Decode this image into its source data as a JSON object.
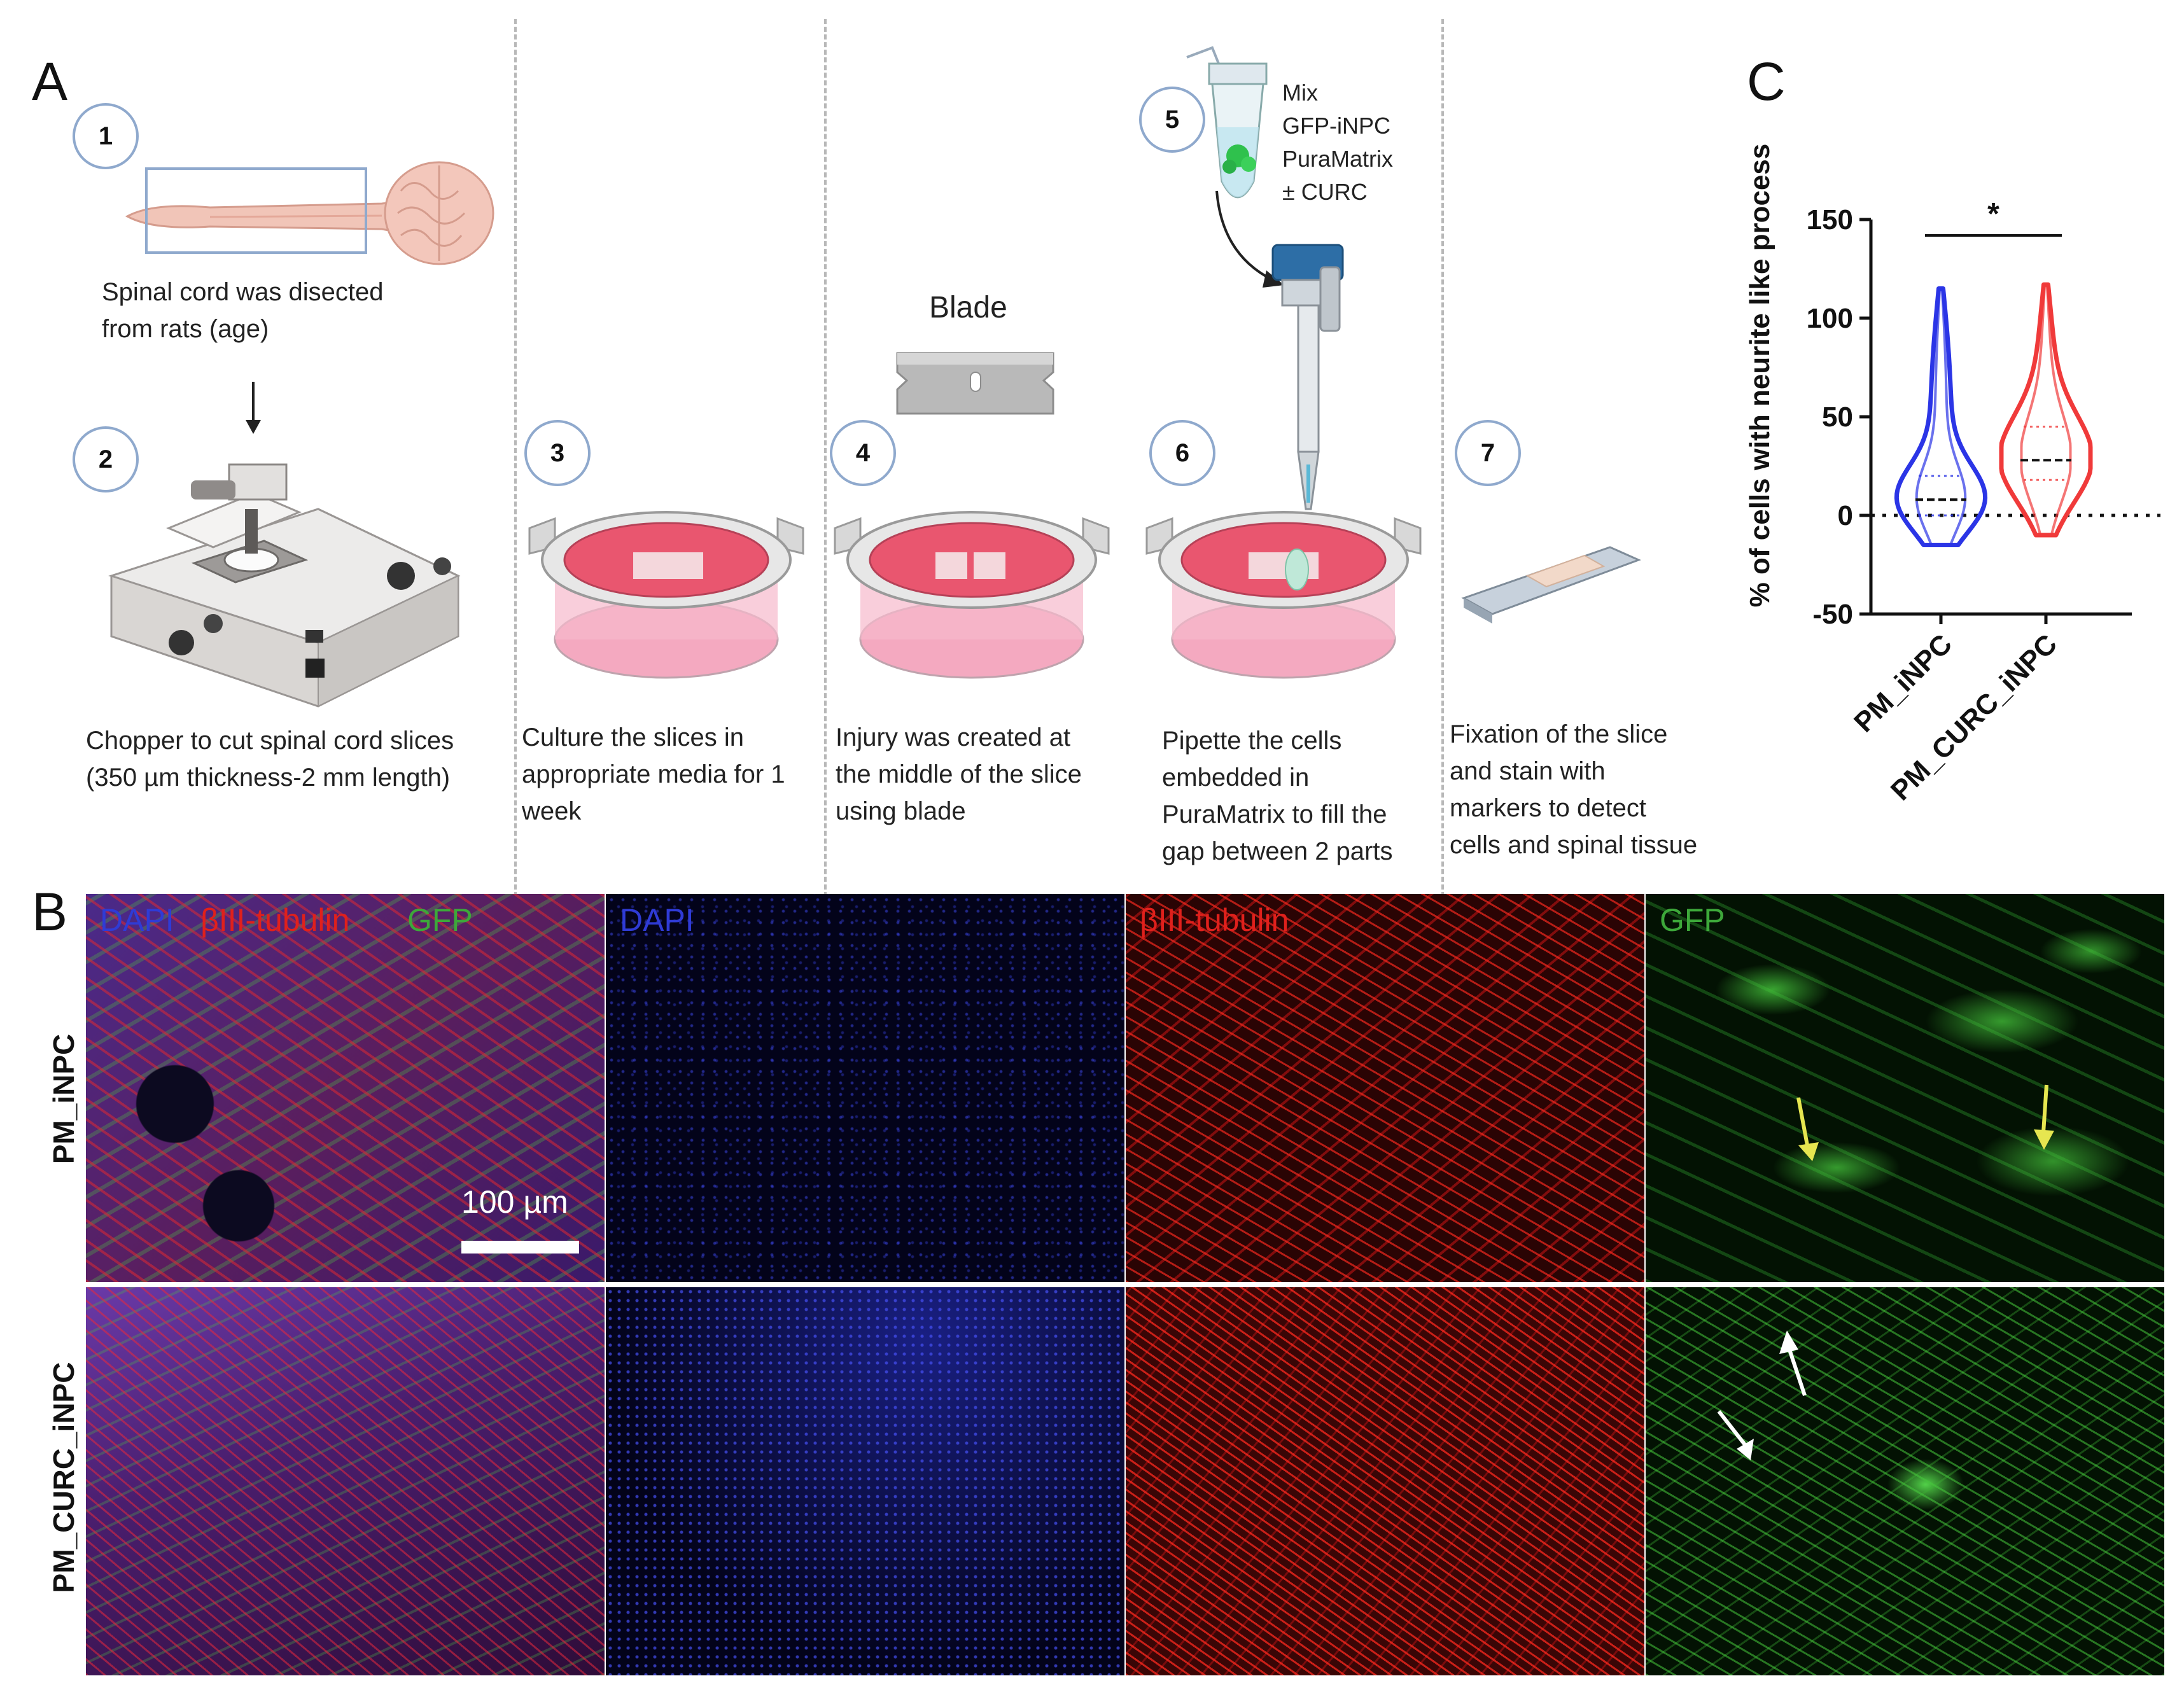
{
  "panels": {
    "a": "A",
    "b": "B",
    "c": "C"
  },
  "steps": [
    {
      "num": "1",
      "caption": "Spinal cord was disected\nfrom rats (age)"
    },
    {
      "num": "2",
      "caption": "Chopper to cut spinal cord slices\n(350 µm thickness-2 mm length)"
    },
    {
      "num": "3",
      "caption": "Culture the slices in\nappropriate media for 1\nweek"
    },
    {
      "num": "4",
      "caption": "Injury was created at\nthe middle of the slice\nusing blade"
    },
    {
      "num": "5",
      "caption": "Mix\nGFP-iNPC\nPuraMatrix\n± CURC"
    },
    {
      "num": "6",
      "caption": "Pipette the cells\nembedded in\nPuraMatrix  to fill the\ngap between 2 parts"
    },
    {
      "num": "7",
      "caption": "Fixation of the slice\nand stain with\nmarkers to detect\ncells and spinal tissue"
    }
  ],
  "blade_label": "Blade",
  "microscopy": {
    "channels": [
      {
        "id": "merge",
        "labels": [
          "DAPI",
          "βIII-tubulin",
          "GFP"
        ]
      },
      {
        "id": "dapi",
        "labels": [
          "DAPI"
        ]
      },
      {
        "id": "tubulin",
        "labels": [
          "βIII-tubulin"
        ]
      },
      {
        "id": "gfp",
        "labels": [
          "GFP"
        ]
      }
    ],
    "rows": [
      "PM_iNPC",
      "PM_CURC_iNPC"
    ],
    "scale_bar": "100 µm",
    "colors": {
      "dapi": "#2f3bd6",
      "tubulin": "#e0201c",
      "gfp": "#3da83a"
    }
  },
  "chart_data": {
    "type": "violin",
    "title": "",
    "xlabel": "",
    "ylabel": "% of cells with neurite like process",
    "ylim": [
      -50,
      150
    ],
    "yticks": [
      -50,
      0,
      50,
      100,
      150
    ],
    "categories": [
      "PM_iNPC",
      "PM_CURC_iNPC"
    ],
    "series": [
      {
        "category": "PM_iNPC",
        "color": "#2b35e6",
        "min": -15,
        "max": 115,
        "median": 8,
        "q1": 0,
        "q3": 20
      },
      {
        "category": "PM_CURC_iNPC",
        "color": "#f03a3a",
        "min": -10,
        "max": 117,
        "median": 28,
        "q1": 18,
        "q3": 45
      }
    ],
    "reference_line": 0,
    "significance": "*"
  }
}
